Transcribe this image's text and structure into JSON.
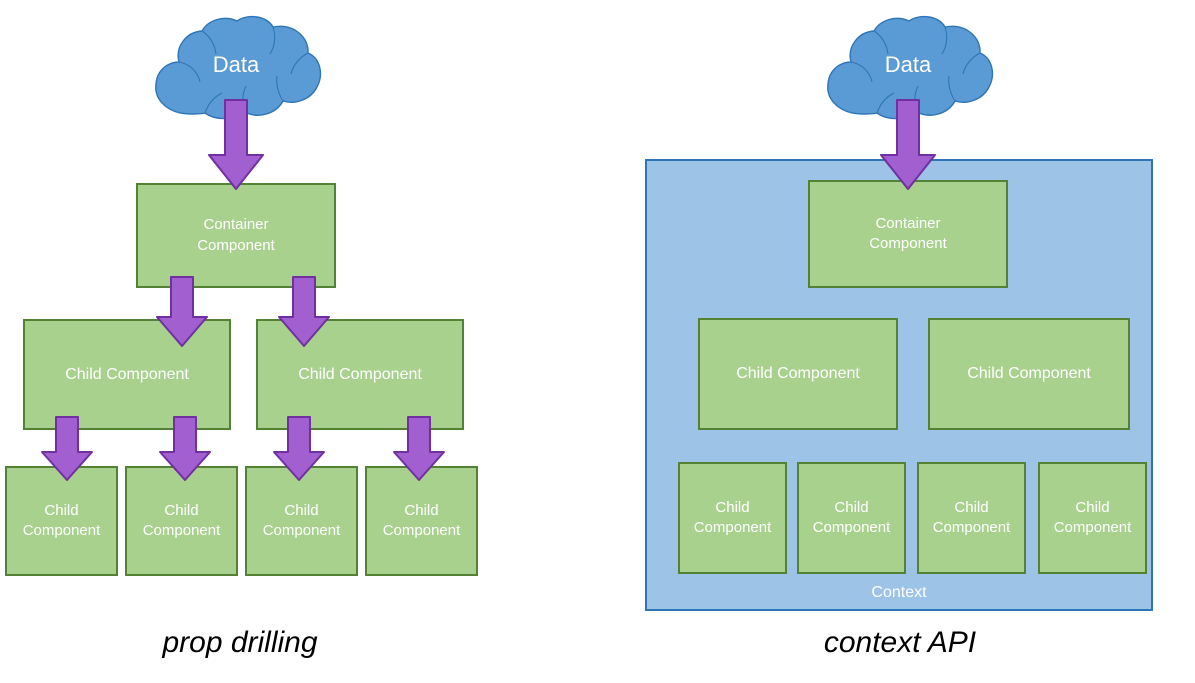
{
  "diagram": {
    "title": "prop drilling vs context API",
    "colors": {
      "cloud_fill": "#5B9BD5",
      "cloud_stroke": "#2E75B6",
      "component_fill": "#A9D18E",
      "component_stroke": "#548235",
      "context_fill": "#9DC3E6",
      "context_stroke": "#2E75B6",
      "arrow_fill": "#A15FD0",
      "arrow_stroke": "#7030A0",
      "text_on_shape": "#FFFFFF",
      "caption_text": "#000000",
      "background": "#FFFFFF"
    }
  },
  "left_panel": {
    "caption": "prop drilling",
    "cloud": {
      "label": "Data",
      "icon": "cloud-icon"
    },
    "container": {
      "label": "Container\nComponent"
    },
    "mid_children": [
      {
        "label": "Child Component"
      },
      {
        "label": "Child Component"
      }
    ],
    "leaf_children": [
      {
        "label": "Child\nComponent"
      },
      {
        "label": "Child\nComponent"
      },
      {
        "label": "Child\nComponent"
      },
      {
        "label": "Child\nComponent"
      }
    ],
    "arrows": [
      {
        "name": "arrow-data-to-container",
        "icon": "down-arrow-icon"
      },
      {
        "name": "arrow-container-to-child-1",
        "icon": "down-arrow-icon"
      },
      {
        "name": "arrow-container-to-child-2",
        "icon": "down-arrow-icon"
      },
      {
        "name": "arrow-child1-to-leaf-1",
        "icon": "down-arrow-icon"
      },
      {
        "name": "arrow-child1-to-leaf-2",
        "icon": "down-arrow-icon"
      },
      {
        "name": "arrow-child2-to-leaf-3",
        "icon": "down-arrow-icon"
      },
      {
        "name": "arrow-child2-to-leaf-4",
        "icon": "down-arrow-icon"
      }
    ]
  },
  "right_panel": {
    "caption": "context API",
    "cloud": {
      "label": "Data",
      "icon": "cloud-icon"
    },
    "context": {
      "label": "Context"
    },
    "container": {
      "label": "Container\nComponent"
    },
    "mid_children": [
      {
        "label": "Child Component"
      },
      {
        "label": "Child Component"
      }
    ],
    "leaf_children": [
      {
        "label": "Child\nComponent"
      },
      {
        "label": "Child\nComponent"
      },
      {
        "label": "Child\nComponent"
      },
      {
        "label": "Child\nComponent"
      }
    ],
    "arrows": [
      {
        "name": "arrow-data-to-container",
        "icon": "down-arrow-icon"
      }
    ]
  }
}
